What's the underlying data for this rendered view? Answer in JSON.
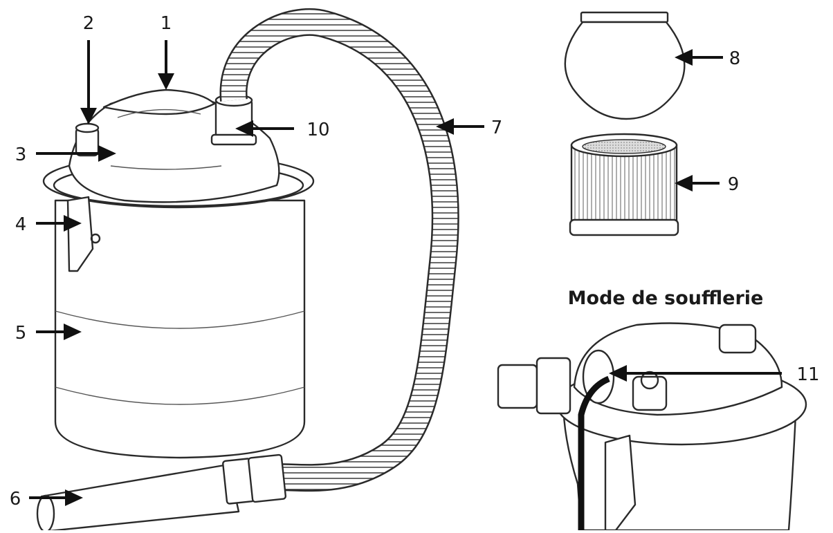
{
  "callouts": [
    {
      "id": "1",
      "label": "1"
    },
    {
      "id": "2",
      "label": "2"
    },
    {
      "id": "3",
      "label": "3"
    },
    {
      "id": "4",
      "label": "4"
    },
    {
      "id": "5",
      "label": "5"
    },
    {
      "id": "6",
      "label": "6"
    },
    {
      "id": "7",
      "label": "7"
    },
    {
      "id": "8",
      "label": "8"
    },
    {
      "id": "9",
      "label": "9"
    },
    {
      "id": "10",
      "label": "10"
    },
    {
      "id": "11",
      "label": "11"
    }
  ],
  "blower_mode": {
    "title": "Mode de soufflerie"
  },
  "colors": {
    "ink": "#2a2a2a",
    "background": "#ffffff"
  }
}
